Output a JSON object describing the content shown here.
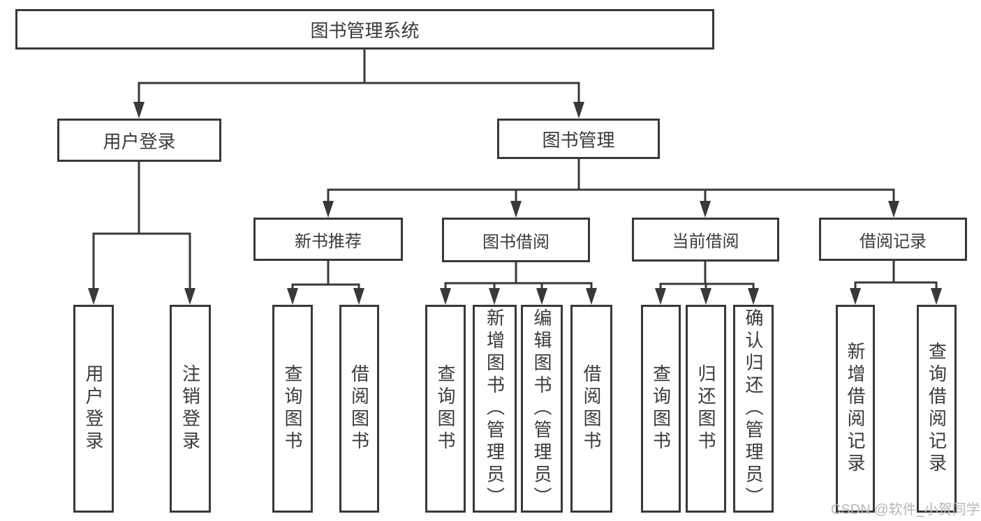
{
  "diagram": {
    "root": "图书管理系统",
    "branches": {
      "user_login": "用户登录",
      "book_mgmt": "图书管理"
    },
    "modules": {
      "new_books": "新书推荐",
      "book_borrow": "图书借阅",
      "current_borrow": "当前借阅",
      "borrow_records": "借阅记录"
    },
    "leaves": {
      "user_login": [
        "用户登录",
        "注销登录"
      ],
      "new_books": [
        "查询图书",
        "借阅图书"
      ],
      "book_borrow": [
        "查询图书",
        "新增图书（管理员）",
        "编辑图书（管理员）",
        "借阅图书"
      ],
      "current_borrow": [
        "查询图书",
        "归还图书",
        "确认归还（管理员）"
      ],
      "borrow_records": [
        "新增借阅记录",
        "查询借阅记录"
      ]
    }
  },
  "watermark": "CSDN @软件_小贺同学",
  "colors": {
    "line": "#383838",
    "text": "#3a3a3a",
    "watermark": "#b7b7b7",
    "background": "#ffffff"
  }
}
